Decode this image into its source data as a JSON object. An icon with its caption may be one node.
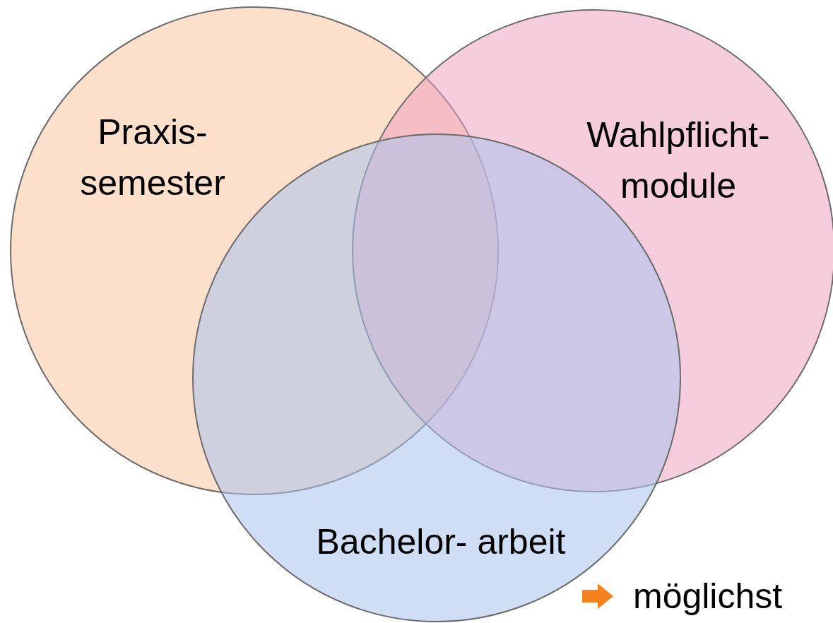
{
  "diagram": {
    "nodes": [
      {
        "text": [
          "Praxis- semester"
        ]
      },
      {
        "text": [
          "Wahlpflicht- module"
        ]
      },
      {
        "text": [
          "Bachelor- arbeit"
        ]
      }
    ],
    "labels": [
      "möglichst"
    ]
  }
}
